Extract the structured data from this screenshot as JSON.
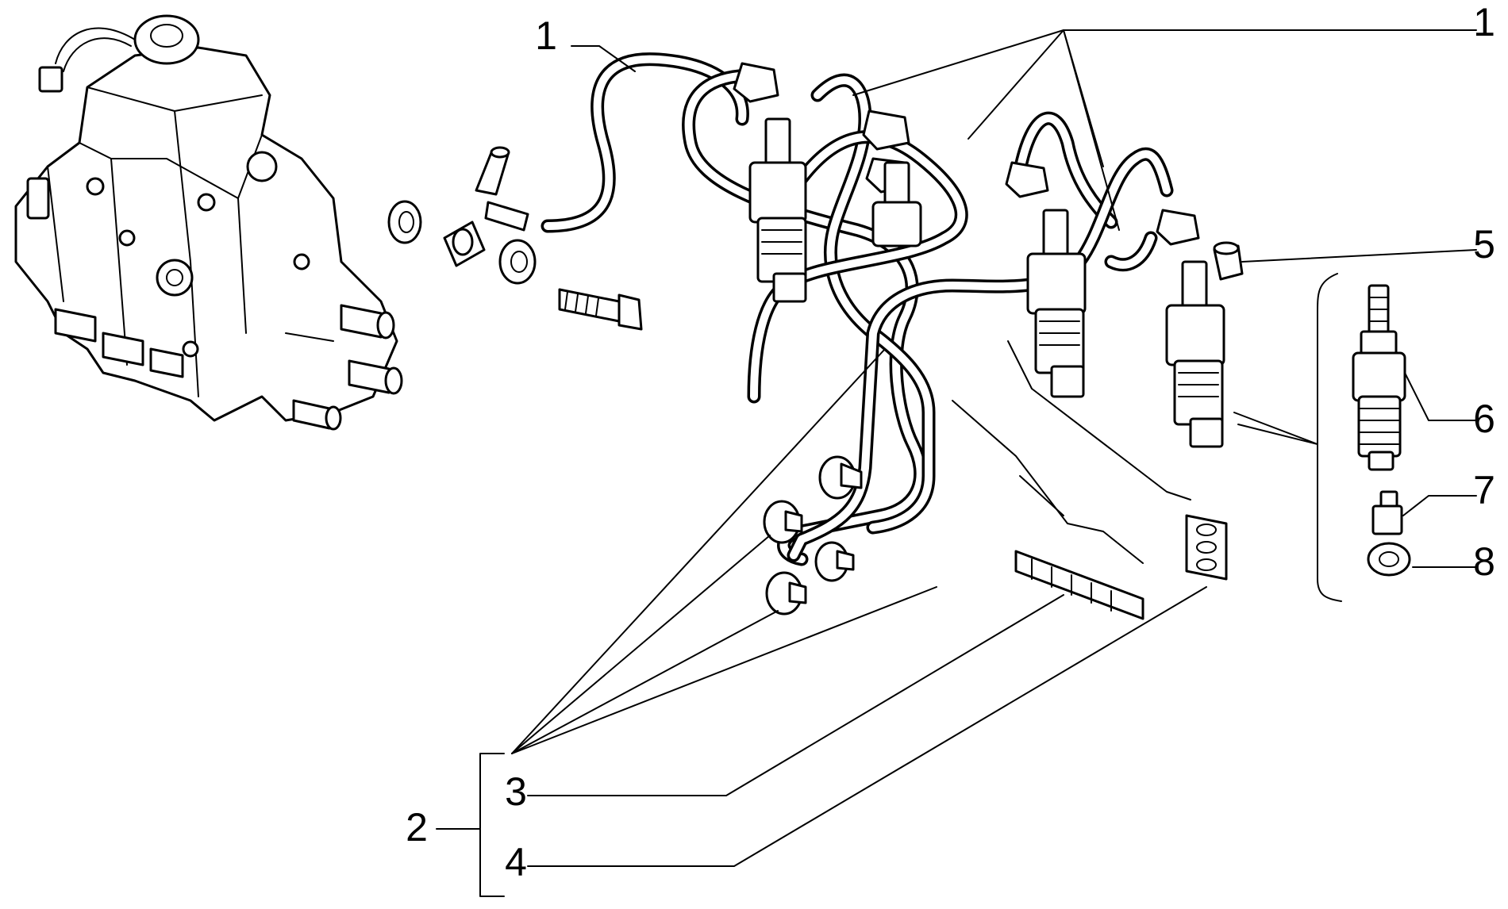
{
  "callouts": {
    "c1a": "1",
    "c1b": "1",
    "c2": "2",
    "c3": "3",
    "c4": "4",
    "c5": "5",
    "c6": "6",
    "c7": "7",
    "c8": "8"
  }
}
